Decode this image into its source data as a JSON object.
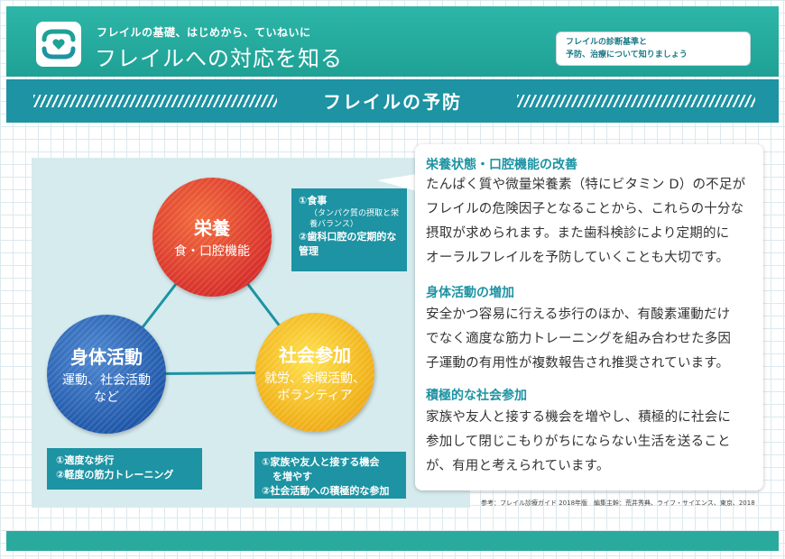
{
  "header": {
    "subtitle": "フレイルの基礎、はじめから、ていねいに",
    "title": "フレイルへの対応を知る",
    "note_line1": "フレイルの診断基準と",
    "note_line2": "予防、治療について知りましょう",
    "logo_icon": "hands-heart-icon"
  },
  "band": {
    "title": "フレイルの予防"
  },
  "diagram": {
    "nutrition": {
      "title": "栄養",
      "subtitle": "食・口腔機能",
      "box_item1": "①食事",
      "box_item1_detail": "（タンパク質の摂取と栄養バランス）",
      "box_item2": "②歯科口腔の定期的な管理"
    },
    "physical": {
      "title": "身体活動",
      "subtitle_line1": "運動、社会活動",
      "subtitle_line2": "など",
      "box_item1": "①適度な歩行",
      "box_item2": "②軽度の筋力トレーニング"
    },
    "social": {
      "title": "社会参加",
      "subtitle_line1": "就労、余暇活動、",
      "subtitle_line2": "ボランティア",
      "box_item1_line1": "①家族や友人と接する機会",
      "box_item1_line2": "を増やす",
      "box_item2": "②社会活動への積極的な参加"
    }
  },
  "sections": [
    {
      "title": "栄養状態・口腔機能の改善",
      "lines": [
        "たんぱく質や微量栄養素（特にビタミン D）の不足が",
        "フレイルの危険因子となることから、これらの十分な",
        "摂取が求められます。また歯科検診により定期的に",
        "オーラルフレイルを予防していくことも大切です。"
      ]
    },
    {
      "title": "身体活動の増加",
      "lines": [
        "安全かつ容易に行える歩行のほか、有酸素運動だけ",
        "でなく適度な筋力トレーニングを組み合わせた多因",
        "子運動の有用性が複数報告され推奨されています。"
      ]
    },
    {
      "title": "積極的な社会参加",
      "lines": [
        "家族や友人と接する機会を増やし、積極的に社会に",
        "参加して閉じこもりがちにならない生活を送ること",
        "が、有用と考えられています。"
      ]
    }
  ],
  "reference": "参考：フレイル診療ガイド 2018年版　編集主幹：荒井秀典、ライフ・サイエンス、東京、2018",
  "colors": {
    "header_teal": "#2db6a8",
    "band_teal": "#1d93a3",
    "nutrition_red": "#d62e2a",
    "physical_blue": "#1e56a8",
    "social_yellow": "#f2b51c"
  }
}
